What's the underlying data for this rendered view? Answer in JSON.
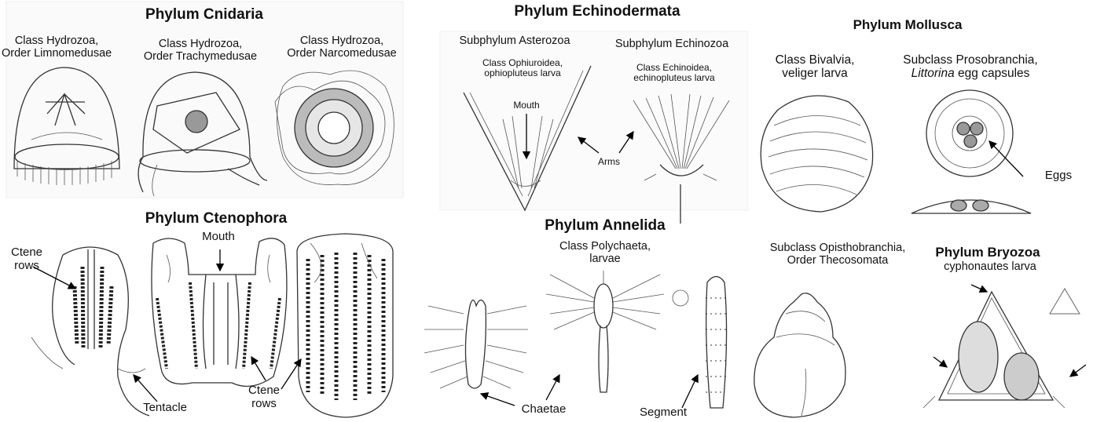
{
  "panels": {
    "cnidaria": {
      "title": "Phylum Cnidaria",
      "classes": [
        {
          "line1": "Class Hydrozoa,",
          "line2": "Order Limnomedusae"
        },
        {
          "line1": "Class Hydrozoa,",
          "line2": "Order Trachymedusae"
        },
        {
          "line1": "Class Hydrozoa,",
          "line2": "Order Narcomedusae"
        }
      ]
    },
    "ctenophora": {
      "title": "Phylum Ctenophora",
      "labels": {
        "ctene_rows_left_1": "Ctene",
        "ctene_rows_left_2": "rows",
        "mouth": "Mouth",
        "tentacle": "Tentacle",
        "ctene_rows_right_1": "Ctene",
        "ctene_rows_right_2": "rows"
      }
    },
    "echinodermata": {
      "title": "Phylum Echinodermata",
      "sub1": {
        "name": "Subphylum Asterozoa",
        "line1": "Class Ophiuroidea,",
        "line2": "ophiopluteus larva"
      },
      "sub2": {
        "name": "Subphylum Echinozoa",
        "line1": "Class Echinoidea,",
        "line2": "echinopluteus larva"
      },
      "labels": {
        "mouth": "Mouth",
        "arms": "Arms"
      }
    },
    "annelida": {
      "title": "Phylum Annelida",
      "class_line1": "Class Polychaeta,",
      "class_line2": "larvae",
      "labels": {
        "chaetae": "Chaetae",
        "segment": "Segment"
      }
    },
    "mollusca": {
      "title": "Phylum Mollusca",
      "bivalvia": {
        "line1": "Class Bivalvia,",
        "line2": "veliger larva"
      },
      "prosobranchia": {
        "line1": "Subclass Prosobranchia,",
        "line2a": "Littorina",
        "line2b": " egg capsules"
      },
      "labels": {
        "eggs": "Eggs"
      },
      "opisthobranchia": {
        "line1": "Subclass Opisthobranchia,",
        "line2": "Order Thecosomata"
      }
    },
    "bryozoa": {
      "title": "Phylum Bryozoa",
      "subtitle": "cyphonautes larva"
    }
  }
}
